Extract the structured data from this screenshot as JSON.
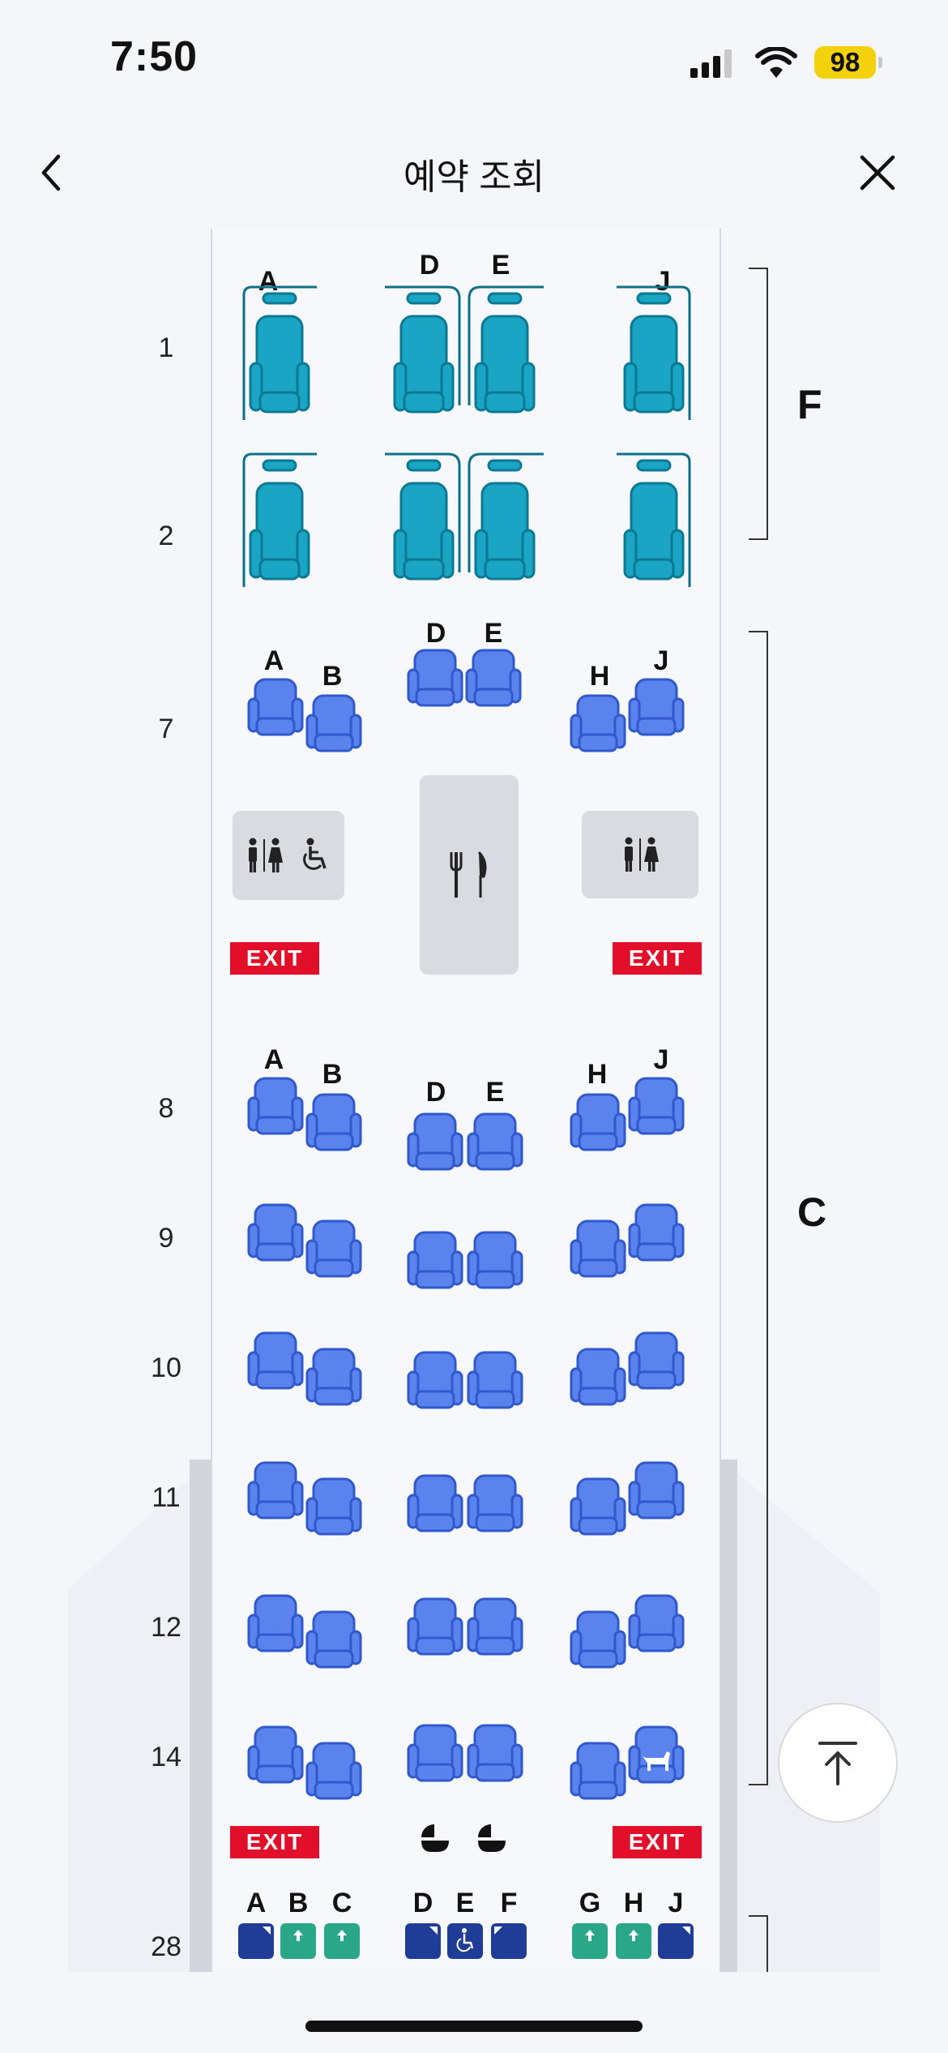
{
  "status_bar": {
    "time": "7:50",
    "battery": "98"
  },
  "header": {
    "title": "예약 조회"
  },
  "cabins": [
    {
      "label": "F"
    },
    {
      "label": "C"
    }
  ],
  "rows": {
    "r1": "1",
    "r2": "2",
    "r7": "7",
    "r8": "8",
    "r9": "9",
    "r10": "10",
    "r11": "11",
    "r12": "12",
    "r14": "14",
    "r28": "28"
  },
  "columns": {
    "first": {
      "a": "A",
      "d": "D",
      "e": "E",
      "j": "J"
    },
    "business": {
      "a": "A",
      "b": "B",
      "d": "D",
      "e": "E",
      "h": "H",
      "j": "J"
    },
    "economy": {
      "a": "A",
      "b": "B",
      "c": "C",
      "d": "D",
      "e": "E",
      "f": "F",
      "g": "G",
      "h": "H",
      "j": "J"
    }
  },
  "exits": {
    "label": "EXIT"
  },
  "colors": {
    "first_seat": "#1aa5c4",
    "business_seat": "#5b83ee",
    "economy_dark": "#1f3d96",
    "economy_teal": "#2aa688",
    "exit": "#e20f2b",
    "facility": "#d9dbe0"
  },
  "icons": {
    "back": "chevron-left-icon",
    "close": "close-icon",
    "lavatory": "lavatory-icon",
    "wheelchair": "wheelchair-icon",
    "galley": "galley-icon",
    "bassinet": "bassinet-icon",
    "service_dog": "service-dog-icon",
    "scroll_top": "scroll-top-icon"
  }
}
